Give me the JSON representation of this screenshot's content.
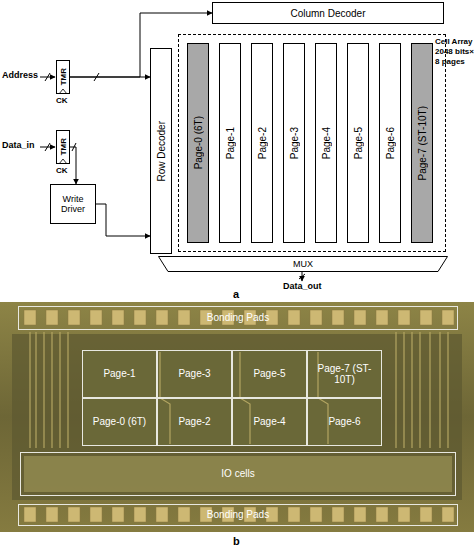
{
  "diagram": {
    "nodes": [
      {
        "text": [
          "Column Decoder"
        ]
      },
      {
        "text": [
          "TMR"
        ]
      },
      {
        "text": [
          "TMR"
        ]
      },
      {
        "text": [
          "Write Driver"
        ]
      },
      {
        "text": [
          "Row Decoder"
        ]
      },
      {
        "text": [
          "Cell Array 2048 bits× 8 pages"
        ]
      },
      {
        "text": [
          "Page-0 (6T)"
        ],
        "in": 5
      },
      {
        "text": [
          "Page-1"
        ],
        "in": 5
      },
      {
        "text": [
          "Page-2"
        ],
        "in": 5
      },
      {
        "text": [
          "Page-3"
        ],
        "in": 5
      },
      {
        "text": [
          "Page-4"
        ],
        "in": 5
      },
      {
        "text": [
          "Page-5"
        ],
        "in": 5
      },
      {
        "text": [
          "Page-6"
        ],
        "in": 5
      },
      {
        "text": [
          "Page-7 (ST-10T)"
        ],
        "in": 5
      },
      {
        "text": [
          "MUX"
        ]
      },
      {
        "text": [
          "Bonding Pads"
        ]
      },
      {
        "text": [
          "Page-1"
        ]
      },
      {
        "text": [
          "Page-3"
        ]
      },
      {
        "text": [
          "Page-5"
        ]
      },
      {
        "text": [
          "Page-7 (ST-10T)"
        ]
      },
      {
        "text": [
          "Page-0 (6T)"
        ]
      },
      {
        "text": [
          "Page-2"
        ]
      },
      {
        "text": [
          "Page-4"
        ]
      },
      {
        "text": [
          "Page-6"
        ]
      },
      {
        "text": [
          "IO cells"
        ]
      },
      {
        "text": [
          "Bonding Pads"
        ]
      }
    ],
    "edges": [
      {
        "from": 1,
        "to": 4,
        "arrow": "to"
      },
      {
        "from": 1,
        "to": 0,
        "arrow": "to"
      },
      {
        "from": 2,
        "to": 3,
        "arrow": "to"
      },
      {
        "from": 3,
        "to": 4,
        "arrow": "to"
      }
    ],
    "labels": [
      "Address",
      "Data_in",
      "CK",
      "CK",
      "Data_out",
      "a",
      "b"
    ]
  }
}
